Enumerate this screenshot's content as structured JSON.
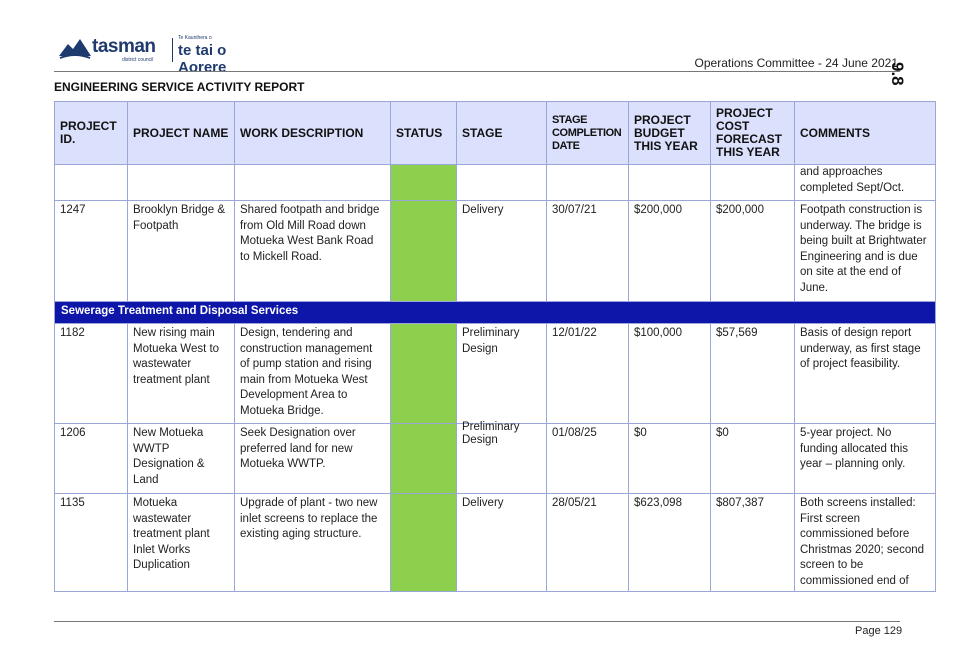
{
  "header": {
    "logo_brand": "tasman",
    "logo_brand_sub": "district council",
    "logo_maori_small": "Te Kaunihera o",
    "logo_maori_main": "te tai o Aorere",
    "meeting": "Operations Committee - 24 June 2021",
    "side_tag": "9.8",
    "report_title": "ENGINEERING SERVICE ACTIVITY REPORT"
  },
  "colors": {
    "header_bg": "#dbe0fc",
    "status_green": "#8dd04e",
    "section_bg": "#0d16a8",
    "logo_blue": "#1f3a6e"
  },
  "table": {
    "columns": [
      "PROJECT ID.",
      "PROJECT NAME",
      "WORK DESCRIPTION",
      "STATUS",
      "STAGE",
      "STAGE COMPLETION DATE",
      "PROJECT BUDGET THIS YEAR",
      "PROJECT COST FORECAST THIS YEAR",
      "COMMENTS"
    ],
    "continued_row": {
      "comments": "and approaches completed Sept/Oct."
    },
    "row_1247": {
      "id": "1247",
      "name": "Brooklyn Bridge & Footpath",
      "description": "Shared footpath and bridge from Old Mill Road down Motueka West Bank Road to Mickell Road.",
      "stage": "Delivery",
      "date": "30/07/21",
      "budget": "$200,000",
      "forecast": "$200,000",
      "comments": "Footpath construction is underway. The bridge is being built at Brightwater Engineering and is due on site at the end of June."
    },
    "section": "Sewerage Treatment and Disposal Services",
    "rows": [
      {
        "id": "1182",
        "name": "New rising main Motueka West to wastewater treatment plant",
        "description": "Design, tendering and construction management of pump station and rising main from Motueka West Development Area to Motueka Bridge.",
        "stage": "Preliminary Design",
        "date": "12/01/22",
        "budget": "$100,000",
        "forecast": "$57,569",
        "comments": "Basis of design report underway, as first stage of project feasibility."
      },
      {
        "id": "1206",
        "name": "New Motueka WWTP Designation & Land",
        "description": "Seek Designation over preferred land for new Motueka WWTP.",
        "stage": "Preliminary Design",
        "date": "01/08/25",
        "budget": "$0",
        "forecast": "$0",
        "comments": "5-year project. No funding allocated this year – planning only."
      },
      {
        "id": "1135",
        "name": "Motueka wastewater treatment plant Inlet Works Duplication",
        "description": "Upgrade of plant - two new inlet screens to replace the existing aging structure.",
        "stage": "Delivery",
        "date": "28/05/21",
        "budget": "$623,098",
        "forecast": "$807,387",
        "comments": "Both screens installed: First screen commissioned before Christmas 2020; second screen to be commissioned end of"
      }
    ]
  },
  "footer": {
    "page": "Page 129"
  }
}
